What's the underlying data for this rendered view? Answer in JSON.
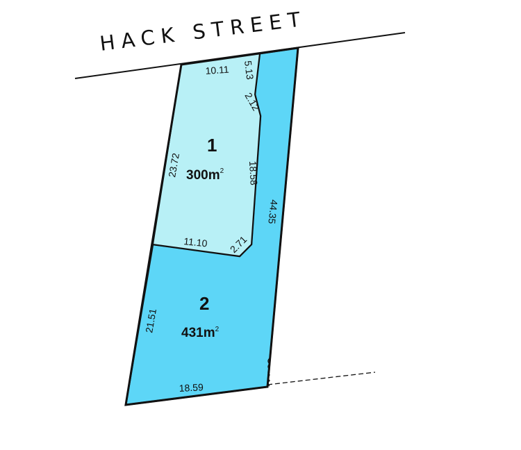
{
  "street": {
    "name": "HACK STREET"
  },
  "colors": {
    "lot1_fill": "#b8f0f6",
    "lot2_fill": "#5dd6f7",
    "boundary": "#111111",
    "background": "#ffffff"
  },
  "lots": [
    {
      "number": "1",
      "area_value": "300m",
      "area_unit_sup": "2",
      "dimensions": {
        "frontage": "10.11",
        "splay_top": "5.13",
        "splay_corner": "2.12",
        "left_side": "23.72",
        "right_side": "18.58",
        "rear": "11.10",
        "rear_splay": "2.71"
      }
    },
    {
      "number": "2",
      "area_value": "431m",
      "area_unit_sup": "2",
      "dimensions": {
        "left_side": "21.51",
        "right_side": "44.35",
        "rear": "18.59"
      }
    }
  ]
}
